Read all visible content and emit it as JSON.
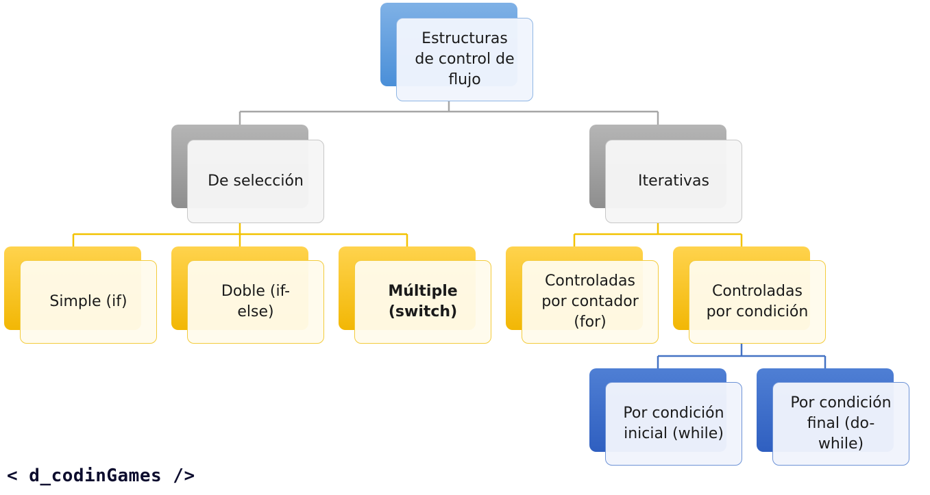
{
  "diagram": {
    "root": {
      "label": "Estructuras\nde control de\nflujo"
    },
    "seleccion": {
      "label": "De selección"
    },
    "iterativas": {
      "label": "Iterativas"
    },
    "simple": {
      "label": "Simple (if)"
    },
    "doble": {
      "label": "Doble (if-\nelse)"
    },
    "multiple": {
      "label": "Múltiple\n(switch)"
    },
    "contador": {
      "label": "Controladas\npor contador\n(for)"
    },
    "condicion": {
      "label": "Controladas\npor condición"
    },
    "inicial": {
      "label": "Por condición\ninicial (while)"
    },
    "final": {
      "label": "Por condición\nfinal (do-\nwhile)"
    }
  },
  "colors": {
    "connector_grey": "#a6a6a6",
    "connector_gold": "#f2c200",
    "connector_blue": "#4472c4"
  },
  "footer": {
    "brand": "< d_codinGames />"
  }
}
